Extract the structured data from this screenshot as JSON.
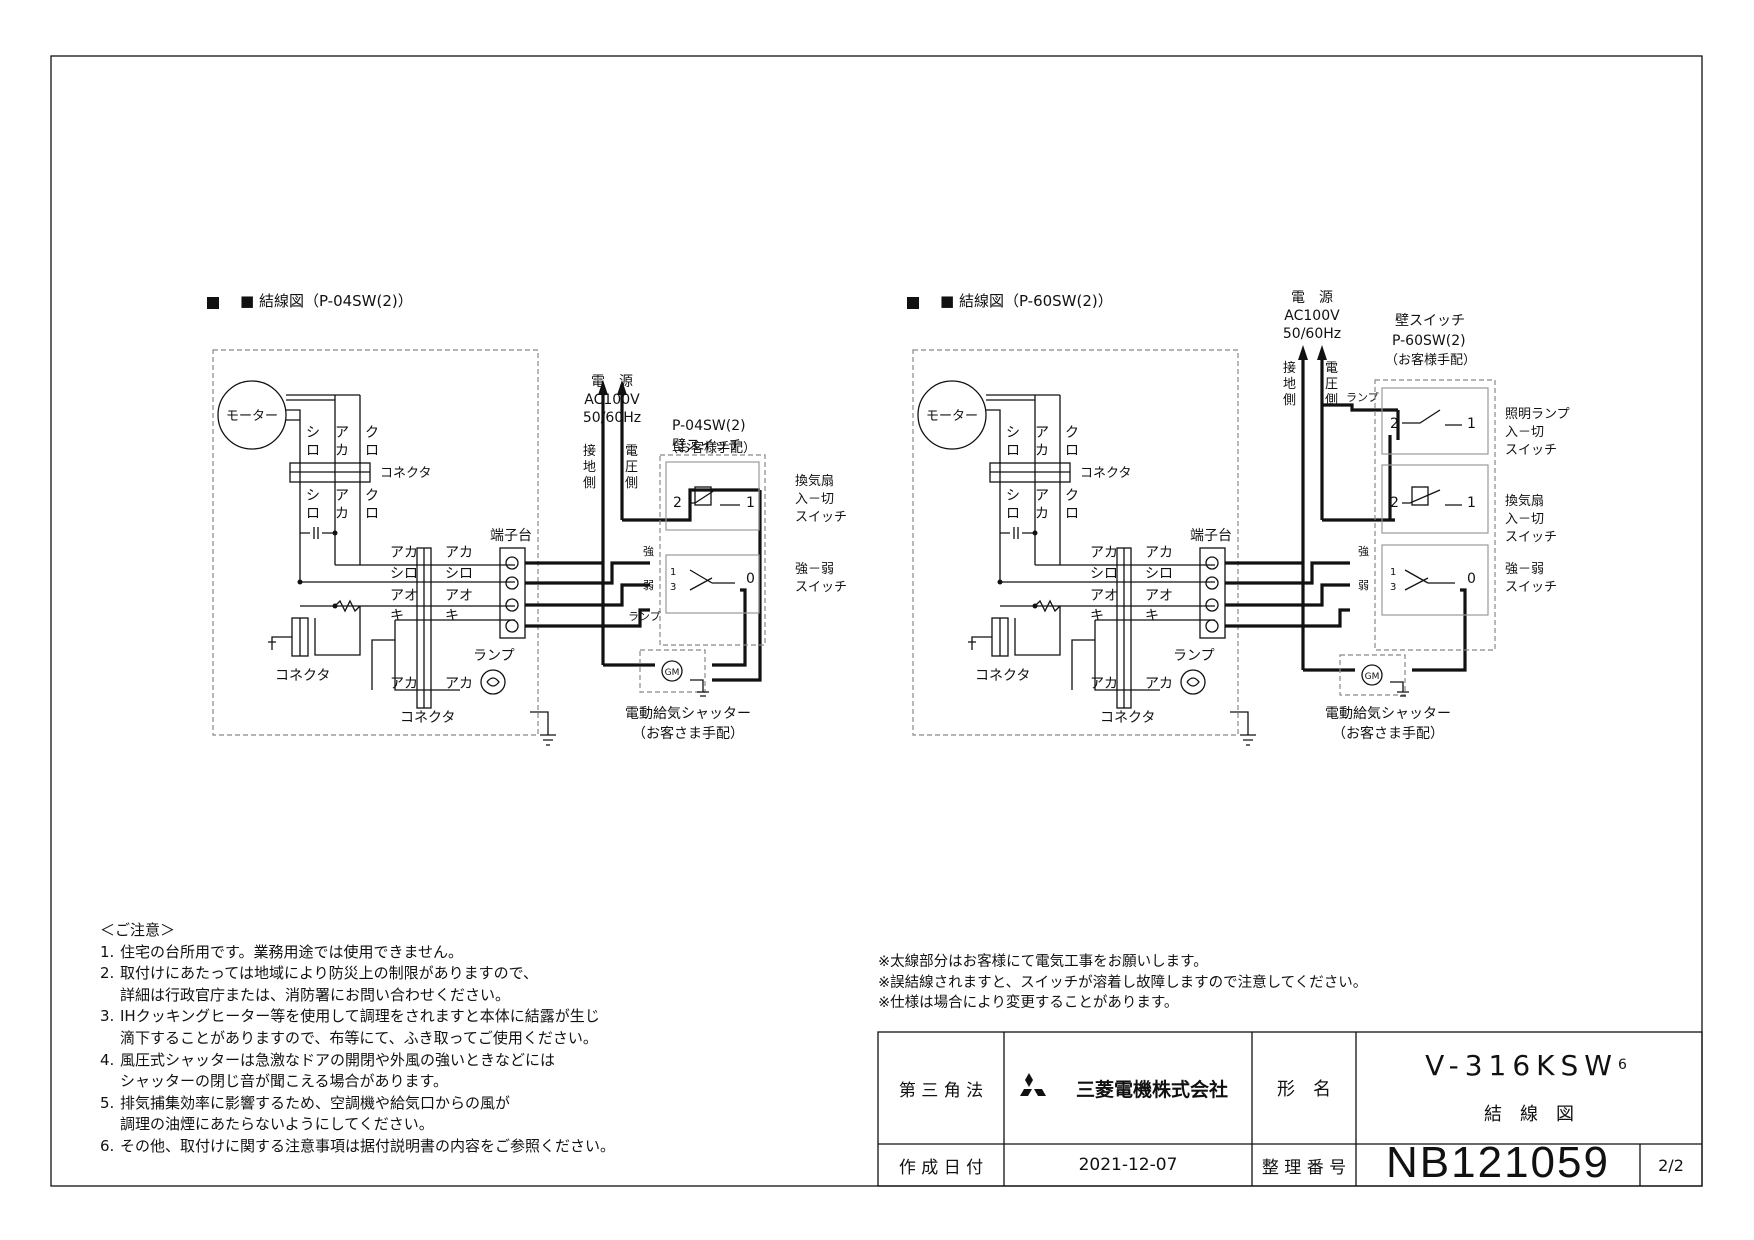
{
  "diagram_left": {
    "title": "■ 結線図（P-04SW(2)）",
    "motor": "モーター",
    "wires_top": [
      "シ",
      "ロ",
      "ア",
      "カ",
      "ク",
      "ロ"
    ],
    "connector": "コネクタ",
    "power": {
      "line1": "電　源",
      "line2": "AC100V",
      "line3": "50/60Hz"
    },
    "ground_side": [
      "接",
      "地",
      "側"
    ],
    "voltage_side": [
      "電",
      "圧",
      "側"
    ],
    "switch_title": {
      "line1": "壁スイッチ",
      "line2": "P-04SW(2)",
      "line3": "（お客様手配）"
    },
    "terminal": "端子台",
    "labels_left": [
      "アカ",
      "シロ",
      "アオ",
      "キ"
    ],
    "labels_right": [
      "アカ",
      "シロ",
      "アオ",
      "キ"
    ],
    "strong": "強",
    "weak": "弱",
    "lamp_wire": "ランプ",
    "fan_switch": [
      "換気扇",
      "入－切",
      "スイッチ"
    ],
    "speed_switch": [
      "強－弱",
      "スイッチ"
    ],
    "lamp": "ランプ",
    "shutter": {
      "line1": "電動給気シャッター",
      "line2": "（お客さま手配）"
    },
    "gm": "GM",
    "aka": "アカ",
    "connector2": "コネクタ",
    "connector3": "コネクタ"
  },
  "diagram_right": {
    "title": "■ 結線図（P-60SW(2)）",
    "switch_title": {
      "line1": "壁スイッチ",
      "line2": "P-60SW(2)",
      "line3": "（お客様手配）"
    },
    "light_switch": [
      "照明ランプ",
      "入－切",
      "スイッチ"
    ],
    "lamp_wire": "ランプ"
  },
  "notes": {
    "heading": "＜ご注意＞",
    "items": [
      {
        "n": "1.",
        "lines": [
          "住宅の台所用です。業務用途では使用できません。"
        ]
      },
      {
        "n": "2.",
        "lines": [
          "取付けにあたっては地域により防災上の制限がありますので、",
          "詳細は行政官庁または、消防署にお問い合わせください。"
        ]
      },
      {
        "n": "3.",
        "lines": [
          "IHクッキングヒーター等を使用して調理をされますと本体に結露が生じ",
          "滴下することがありますので、布等にて、ふき取ってご使用ください。"
        ]
      },
      {
        "n": "4.",
        "lines": [
          "風圧式シャッターは急激なドアの開閉や外風の強いときなどには",
          "シャッターの閉じ音が聞こえる場合があります。"
        ]
      },
      {
        "n": "5.",
        "lines": [
          "排気捕集効率に影響するため、空調機や給気口からの風が",
          "調理の油煙にあたらないようにしてください。"
        ]
      },
      {
        "n": "6.",
        "lines": [
          "その他、取付けに関する注意事項は据付説明書の内容をご参照ください。"
        ]
      }
    ]
  },
  "remarks": [
    "※太線部分はお客様にて電気工事をお願いします。",
    "※誤結線されますと、スイッチが溶着し故障しますので注意してください。",
    "※仕様は場合により変更することがあります。"
  ],
  "title_block": {
    "projection": "第 三 角 法",
    "company": "三菱電機株式会社",
    "model_label": "形　名",
    "model": "V-316KSW",
    "model_sub": "6",
    "drawing_name": "結　線　図",
    "date_label": "作 成 日 付",
    "date": "2021-12-07",
    "number_label": "整 理 番 号",
    "number": "NB121059",
    "page": "2/2"
  }
}
